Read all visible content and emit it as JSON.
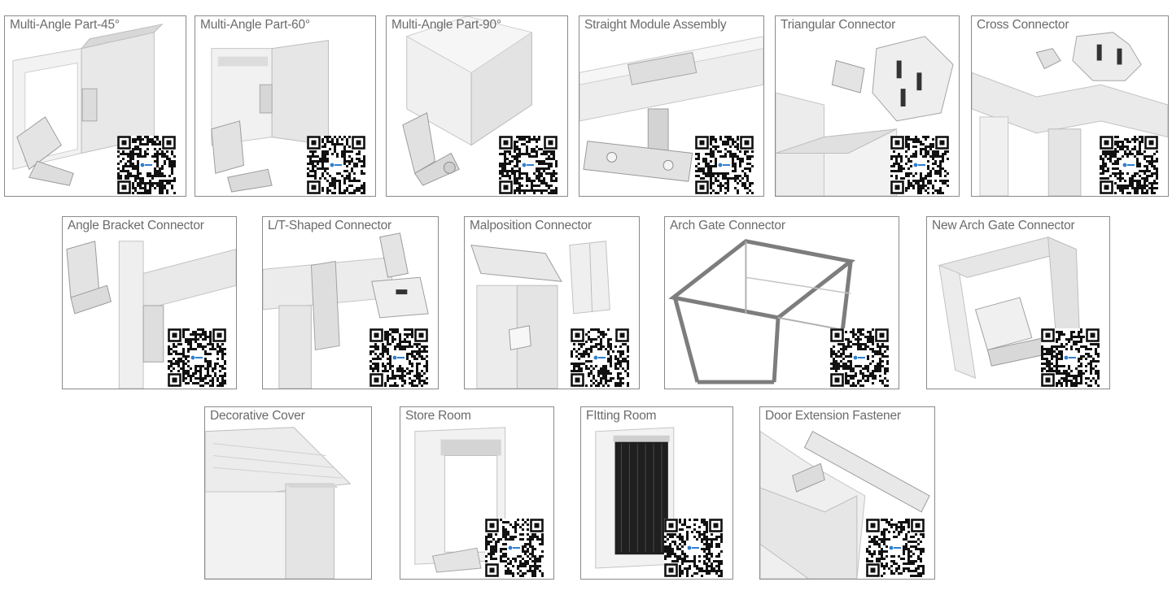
{
  "cards": [
    {
      "title": "Multi-Angle Part-45°",
      "illustration": "angle-connector-45"
    },
    {
      "title": "Multi-Angle Part-60°",
      "illustration": "angle-connector-60"
    },
    {
      "title": "Multi-Angle Part-90°",
      "illustration": "angle-connector-90"
    },
    {
      "title": "Straight Module Assembly",
      "illustration": "straight-module"
    },
    {
      "title": "Triangular Connector",
      "illustration": "triangular-connector"
    },
    {
      "title": "Cross Connector",
      "illustration": "cross-connector"
    },
    {
      "title": "Angle Bracket Connector",
      "illustration": "angle-bracket"
    },
    {
      "title": "L/T-Shaped Connector",
      "illustration": "lt-connector"
    },
    {
      "title": "Malposition Connector",
      "illustration": "malposition-connector"
    },
    {
      "title": "Arch Gate Connector",
      "illustration": "arch-gate-frame"
    },
    {
      "title": "New Arch Gate Connector",
      "illustration": "new-arch-gate"
    },
    {
      "title": "Decorative Cover",
      "illustration": "decorative-cover"
    },
    {
      "title": "Store Room",
      "illustration": "store-room"
    },
    {
      "title": "FItting Room",
      "illustration": "fitting-room"
    },
    {
      "title": "Door Extension Fastener",
      "illustration": "door-extension-fastener"
    }
  ],
  "qr_icon": "qr-code-icon",
  "colors": {
    "border": "#8a8a8a",
    "title": "#6b6b6b",
    "frame": "#e6e6e6",
    "frame_dark": "#bdbdbd",
    "qr": "#111111",
    "logo": "#2f7fd0"
  }
}
